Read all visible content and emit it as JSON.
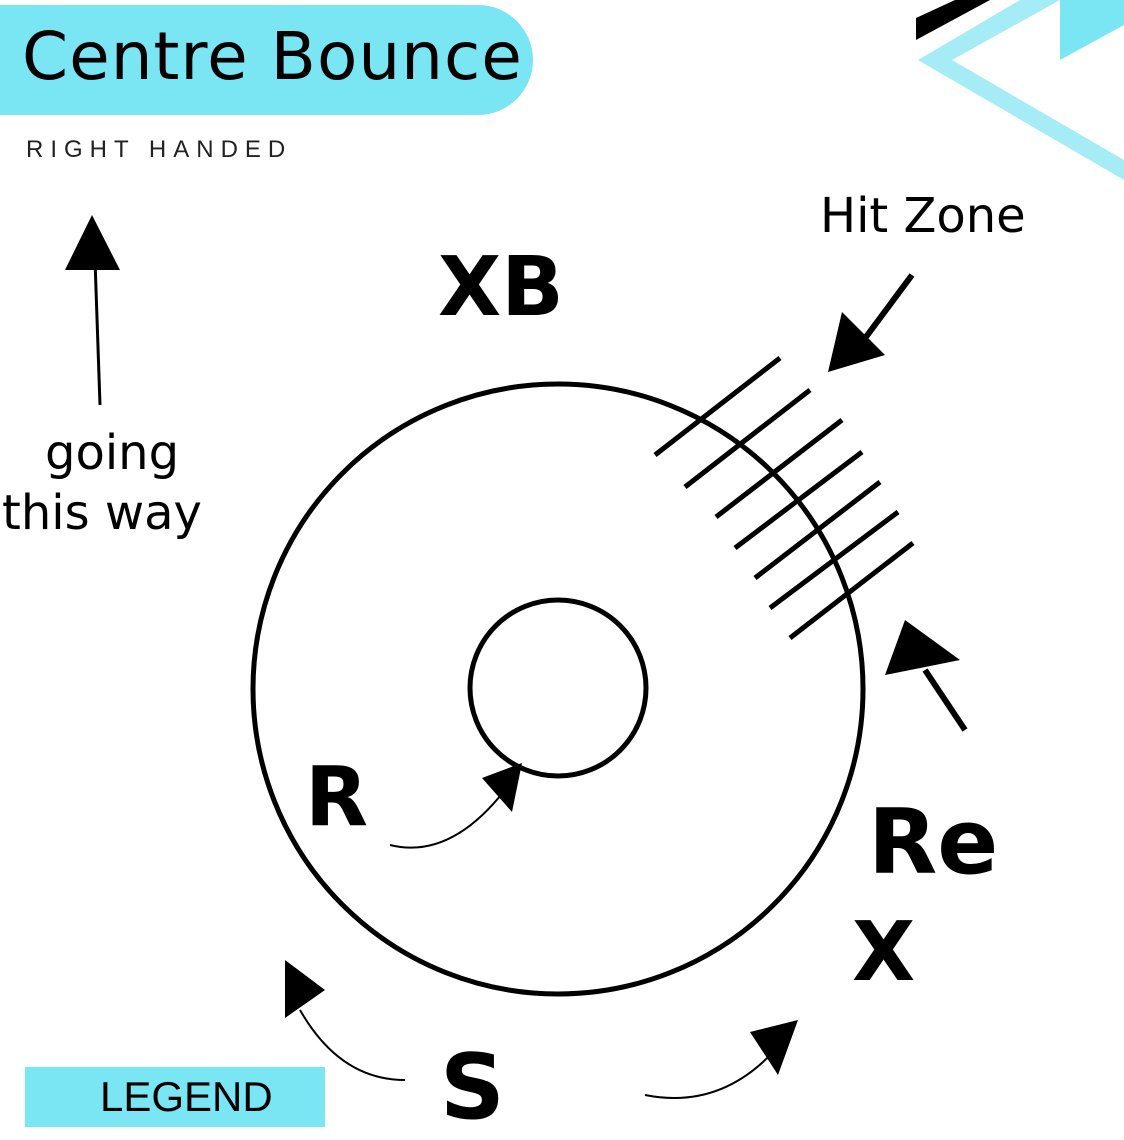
{
  "title": "Centre Bounce",
  "subtitle": "RIGHT HANDED",
  "direction_label": "going this way",
  "direction_line1": "going",
  "direction_line2": "this way",
  "hit_zone_label": "Hit Zone",
  "positions": {
    "xb": "XB",
    "r": "R",
    "re": "Re",
    "x": "X",
    "s": "S"
  },
  "legend_label": "LEGEND",
  "colors": {
    "accent": "#7ae5f3",
    "ink": "#000000"
  }
}
